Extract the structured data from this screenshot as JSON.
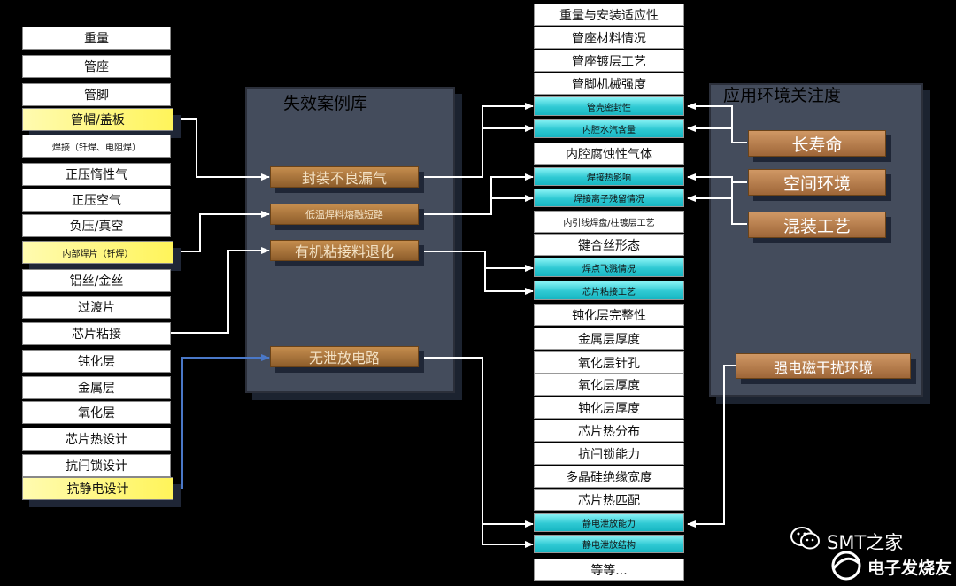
{
  "left_items": [
    "重量",
    "管座",
    "管脚",
    "管帽/盖板",
    "焊接（钎焊、电阻焊）",
    "正压惰性气",
    "正压空气",
    "负压/真空",
    "内部焊片（钎焊）",
    "铝丝/金丝",
    "过渡片",
    "芯片粘接",
    "钝化层",
    "金属层",
    "氧化层",
    "芯片热设计",
    "抗闩锁设计",
    "抗静电设计"
  ],
  "failure_panel_title": "失效案例库",
  "failure_cases": [
    "封装不良漏气",
    "低温焊料熔融短路",
    "有机粘接料退化",
    "无泄放电路"
  ],
  "right_items": [
    "重量与安装适应性",
    "管座材料情况",
    "管座镀层工艺",
    "管脚机械强度",
    "管壳密封性",
    "内腔水汽含量",
    "内腔腐蚀性气体",
    "焊接热影响",
    "焊接离子残留情况",
    "内引线焊盘/柱镀层工艺",
    "键合丝形态",
    "焊点飞溅情况",
    "芯片粘接工艺",
    "钝化层完整性",
    "金属层厚度",
    "氧化层针孔",
    "氧化层厚度",
    "钝化层厚度",
    "芯片热分布",
    "抗闩锁能力",
    "多晶硅绝缘宽度",
    "芯片热匹配",
    "静电泄放能力",
    "静电泄放结构",
    "等等..."
  ],
  "env_panel_title": "应用环境关注度",
  "env_items": [
    "长寿命",
    "空间环境",
    "混装工艺",
    "强电磁干扰环境"
  ],
  "watermark": {
    "brand": "SMT之家",
    "site": "电子发烧友"
  },
  "colors": {
    "link": "#ffffff",
    "blue_link": "#4a78c8",
    "cyan": "#2fc9d3",
    "yellow": "#fff45a",
    "bronze": "#a56c36"
  }
}
